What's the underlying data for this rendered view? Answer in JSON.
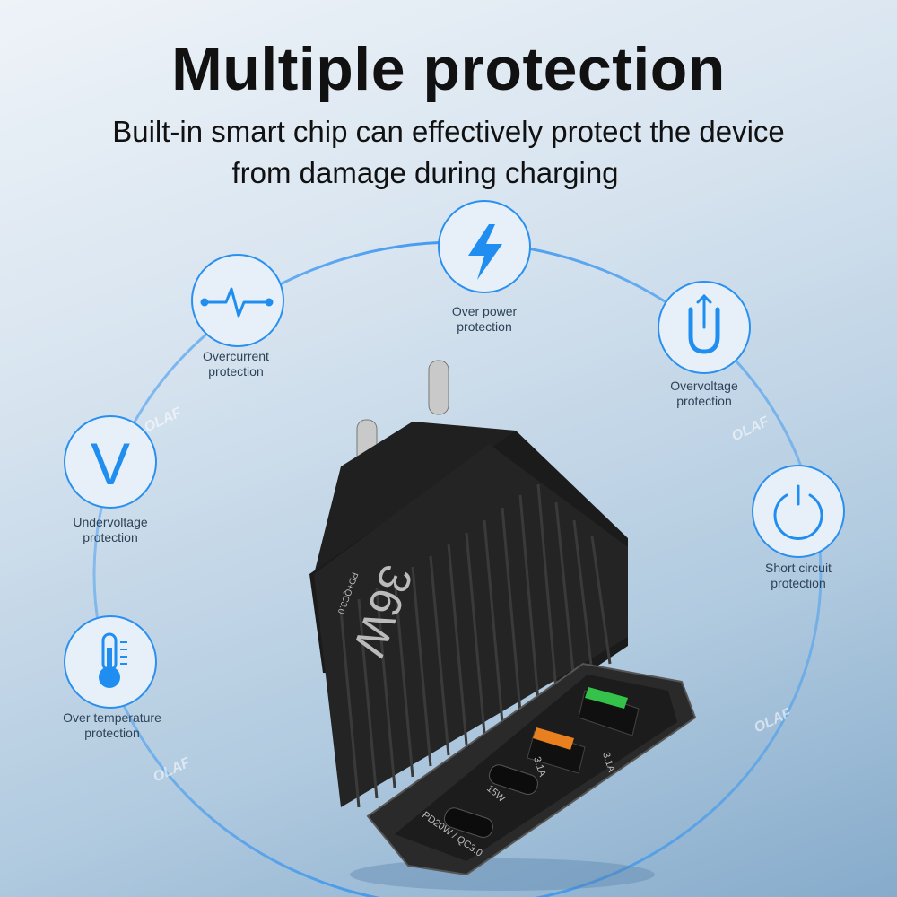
{
  "header": {
    "title": "Multiple protection",
    "subtitle_line1": "Built-in smart chip can effectively protect the device",
    "subtitle_line2": "from damage during charging"
  },
  "features": [
    {
      "icon": "lightning-icon",
      "line1": "Over power",
      "line2": "protection"
    },
    {
      "icon": "pulse-icon",
      "line1": "Overcurrent",
      "line2": "protection"
    },
    {
      "icon": "u-arrow-icon",
      "line1": "Overvoltage",
      "line2": "protection"
    },
    {
      "icon": "v-letter-icon",
      "line1": "Undervoltage",
      "line2": "protection"
    },
    {
      "icon": "power-icon",
      "line1": "Short circuit",
      "line2": "protection"
    },
    {
      "icon": "thermometer-icon",
      "line1": "Over temperature",
      "line2": "protection"
    }
  ],
  "product": {
    "wattage": "36W",
    "protocol": "PD+QC3.0",
    "port_usb1": "3.1A",
    "port_usb2": "3.1A",
    "port_c1": "15W",
    "port_c2": "PD20W / QC3.0"
  },
  "watermark": "OLAF",
  "colors": {
    "accent": "#1f8ef0",
    "usb_green": "#34c24a",
    "usb_orange": "#e8801f"
  }
}
